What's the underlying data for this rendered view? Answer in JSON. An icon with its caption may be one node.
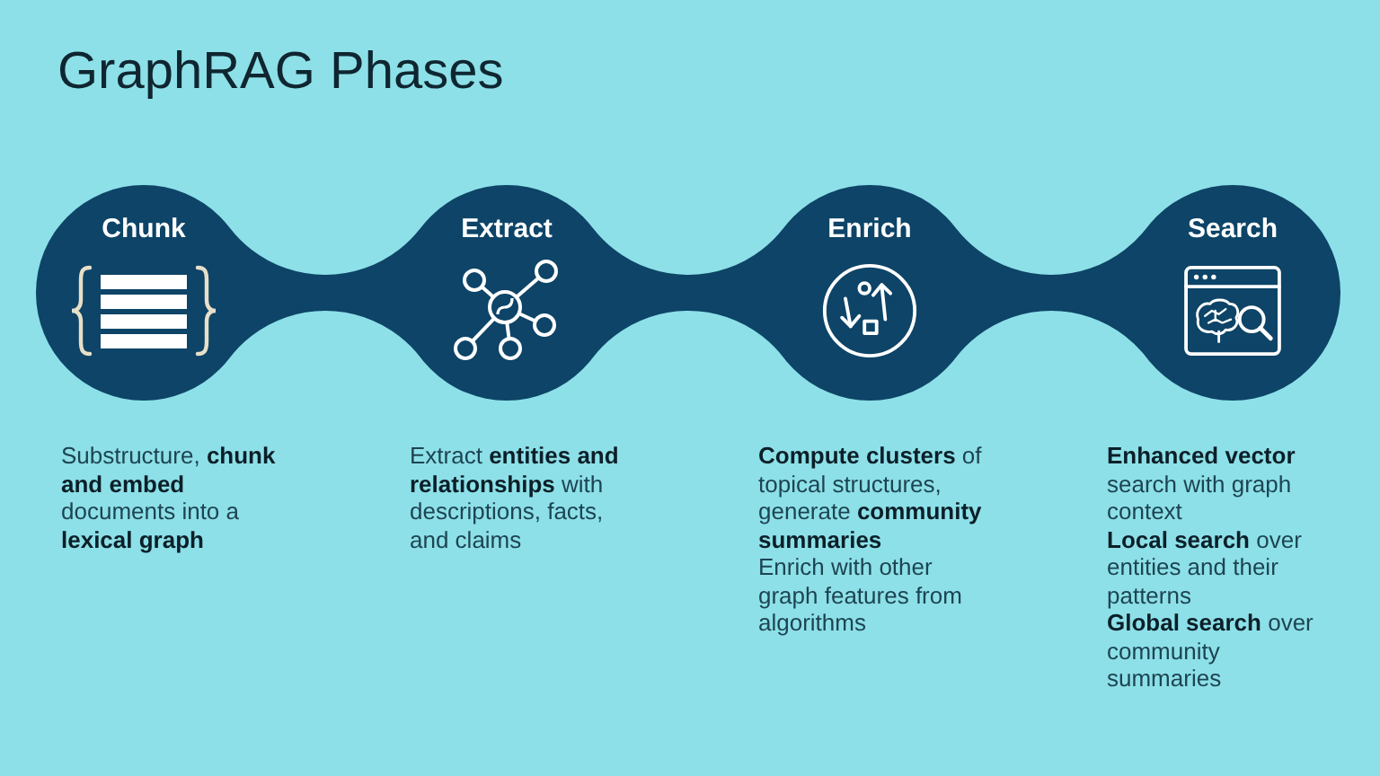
{
  "diagram": {
    "title": "GraphRAG Phases",
    "nodes": [
      {
        "text": [
          "Chunk"
        ],
        "beside": [
          "Substructure, **chunk and embed** documents into a **lexical graph**"
        ]
      },
      {
        "text": [
          "Extract"
        ],
        "beside": [
          "Extract **entities and relationships** with descriptions, facts, and claims"
        ]
      },
      {
        "text": [
          "Enrich"
        ],
        "beside": [
          "**Compute clusters** of topical structures, generate **community summaries**",
          "Enrich with other graph features from algorithms"
        ]
      },
      {
        "text": [
          "Search"
        ],
        "beside": [
          "**Enhanced vector** search with graph context",
          "**Local search** over entities and their patterns",
          "**Global search** over community summaries"
        ]
      }
    ],
    "edges": [
      {
        "from": 0,
        "to": 1,
        "arrow": "none",
        "style": "thick"
      },
      {
        "from": 1,
        "to": 2,
        "arrow": "none",
        "style": "thick"
      },
      {
        "from": 2,
        "to": 3,
        "arrow": "none",
        "style": "thick"
      }
    ]
  }
}
